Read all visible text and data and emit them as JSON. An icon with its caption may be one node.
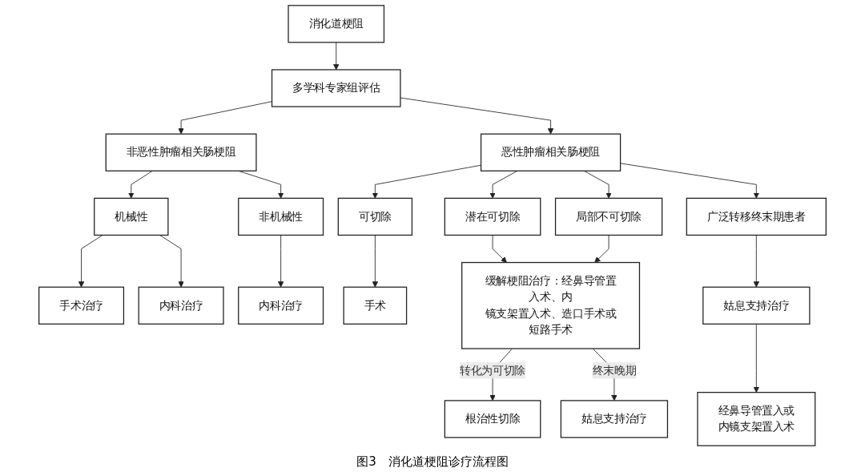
{
  "diagram": {
    "caption": "图3　消化道梗阻诊疗流程图",
    "nodes": [
      {
        "text": [
          "消化道梗阻"
        ]
      },
      {
        "text": [
          "多学科专家组评估"
        ]
      },
      {
        "text": [
          "非恶性肿瘤相关肠梗阻"
        ]
      },
      {
        "text": [
          "恶性肿瘤相关肠梗阻"
        ]
      },
      {
        "text": [
          "机械性"
        ]
      },
      {
        "text": [
          "非机械性"
        ]
      },
      {
        "text": [
          "手术治疗"
        ]
      },
      {
        "text": [
          "内科治疗"
        ]
      },
      {
        "text": [
          "内科治疗"
        ]
      },
      {
        "text": [
          "可切除"
        ]
      },
      {
        "text": [
          "潜在可切除"
        ]
      },
      {
        "text": [
          "局部不可切除"
        ]
      },
      {
        "text": [
          "广泛转移终末期患者"
        ]
      },
      {
        "text": [
          "手术"
        ]
      },
      {
        "text": [
          "缓解梗阻治疗：经鼻导管置入术、内镜支架置入术、造口手术或短路手术"
        ]
      },
      {
        "text": [
          "姑息支持治疗"
        ]
      },
      {
        "text": [
          "经鼻导管置入或内镜支架置入术"
        ]
      },
      {
        "text": [
          "根治性切除"
        ]
      },
      {
        "text": [
          "姑息支持治疗"
        ]
      }
    ],
    "edges": [
      {
        "from": 0,
        "to": 1,
        "arrow": "to"
      },
      {
        "from": 1,
        "to": 2,
        "arrow": "to"
      },
      {
        "from": 1,
        "to": 3,
        "arrow": "to"
      },
      {
        "from": 2,
        "to": 4,
        "arrow": "to"
      },
      {
        "from": 2,
        "to": 5,
        "arrow": "to"
      },
      {
        "from": 3,
        "to": 9,
        "arrow": "to"
      },
      {
        "from": 3,
        "to": 10,
        "arrow": "to"
      },
      {
        "from": 3,
        "to": 11,
        "arrow": "to"
      },
      {
        "from": 3,
        "to": 12,
        "arrow": "to"
      },
      {
        "from": 4,
        "to": 6,
        "arrow": "to"
      },
      {
        "from": 4,
        "to": 7,
        "arrow": "to"
      },
      {
        "from": 5,
        "to": 8,
        "arrow": "to"
      },
      {
        "from": 9,
        "to": 13,
        "arrow": "to"
      },
      {
        "from": 10,
        "to": 14,
        "arrow": "to"
      },
      {
        "from": 11,
        "to": 14,
        "arrow": "to"
      },
      {
        "from": 12,
        "to": 15,
        "arrow": "to"
      },
      {
        "from": 15,
        "to": 16,
        "arrow": "to"
      },
      {
        "from": 14,
        "to": 17,
        "label": "转化为可切除",
        "arrow": "to"
      },
      {
        "from": 14,
        "to": 18,
        "label": "终末晚期",
        "arrow": "to"
      }
    ]
  }
}
